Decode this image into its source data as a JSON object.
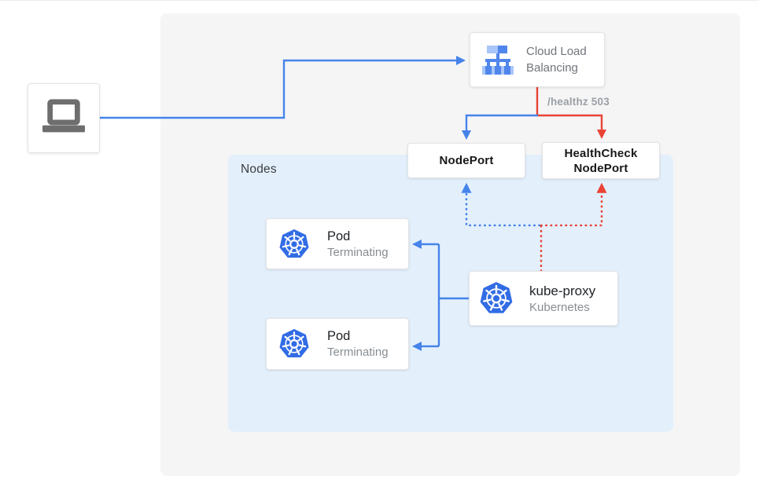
{
  "colors": {
    "blue": "#4683EA",
    "red": "#E94335",
    "kubernetes_blue": "#326CE5",
    "lb_dark_blue": "#5086EC",
    "lb_light_blue": "#A9C6FA",
    "laptop_gray": "#6E6E6E",
    "outer_panel_bg": "#F5F5F6",
    "nodes_panel_bg": "#E3F0FC"
  },
  "panels": {
    "nodes": {
      "label": "Nodes"
    }
  },
  "nodes": {
    "cloud_load_balancing": {
      "line1": "Cloud Load",
      "line2": "Balancing"
    },
    "nodeport": {
      "label": "NodePort"
    },
    "healthcheck_nodeport": {
      "line1": "HealthCheck",
      "line2": "NodePort"
    },
    "kube_proxy": {
      "title": "kube-proxy",
      "subtitle": "Kubernetes"
    },
    "pods": [
      {
        "title": "Pod",
        "status": "Terminating"
      },
      {
        "title": "Pod",
        "status": "Terminating"
      }
    ]
  },
  "annotations": {
    "healthz": "/healthz 503"
  }
}
